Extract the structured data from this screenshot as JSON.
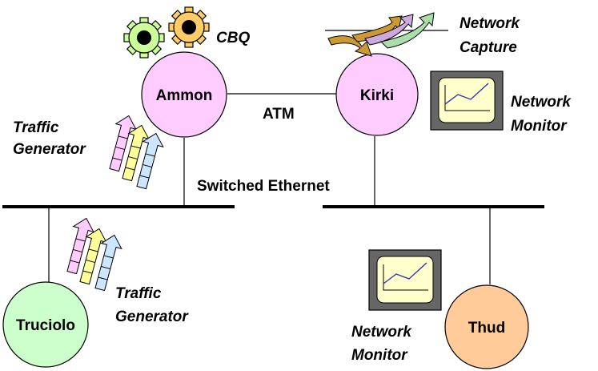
{
  "nodes": {
    "ammon": {
      "label": "Ammon",
      "fill": "#ffccff"
    },
    "kirki": {
      "label": "Kirki",
      "fill": "#ffccff"
    },
    "truciolo": {
      "label": "Truciolo",
      "fill": "#ccffcc"
    },
    "thud": {
      "label": "Thud",
      "fill": "#ffcc99"
    }
  },
  "links": {
    "atm": "ATM",
    "switched_ethernet": "Switched Ethernet"
  },
  "tools": {
    "cbq": "CBQ",
    "traffic_gen_top": [
      "Traffic",
      "Generator"
    ],
    "traffic_gen_bottom": [
      "Traffic",
      "Generator"
    ],
    "network_capture": [
      "Network",
      "Capture"
    ],
    "network_monitor_top": [
      "Network",
      "Monitor"
    ],
    "network_monitor_bottom": [
      "Network",
      "Monitor"
    ]
  },
  "colors": {
    "gear_green": "#ccff99",
    "gear_orange": "#ffcc66",
    "arrow_pink": "#ffccff",
    "arrow_yellow": "#ffff99",
    "arrow_blue": "#cce6ff",
    "capture_brown": "#cc9933",
    "capture_lilac": "#ccaadd",
    "capture_green": "#aaddaa",
    "monitor_frame": "#666666",
    "monitor_screen": "#ffffcc",
    "monitor_line": "#3333aa"
  }
}
